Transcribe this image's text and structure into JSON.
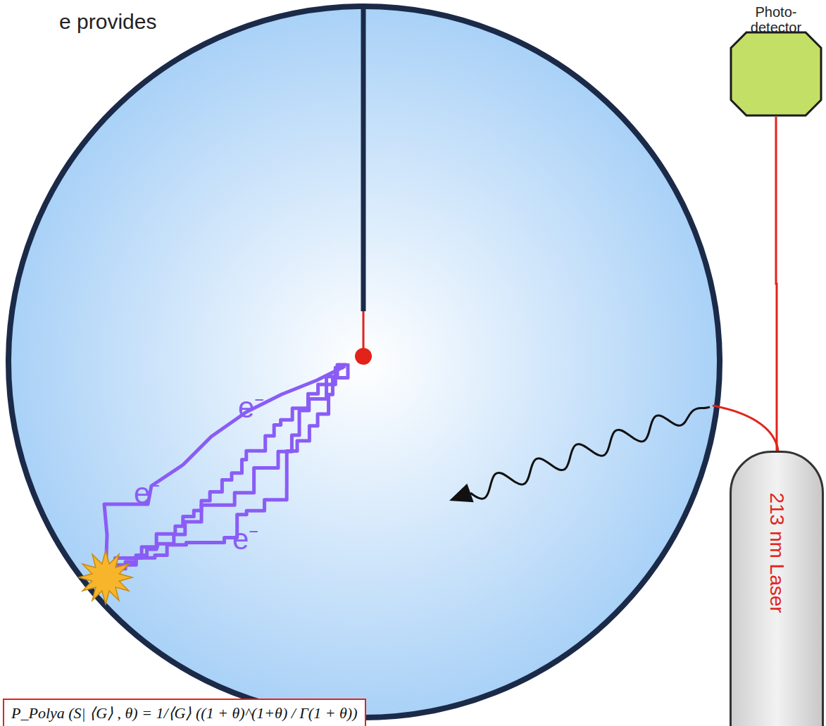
{
  "diagram": {
    "nodes": [
      {
        "text": [
          "Photo- detector"
        ]
      },
      {
        "text": [
          "213 nm Laser"
        ]
      },
      {
        "text": [
          "P_Polya (S| ⟨G⟩ , θ) = 1/⟨G⟩ ((1 + θ)^(1+θ) / Γ(1 + θ))"
        ]
      }
    ],
    "edges": [
      {
        "from": 1,
        "to": 0,
        "arrow": "none"
      }
    ],
    "labels": [
      "e provides",
      "e⁻",
      "e⁻",
      "e⁻"
    ]
  }
}
